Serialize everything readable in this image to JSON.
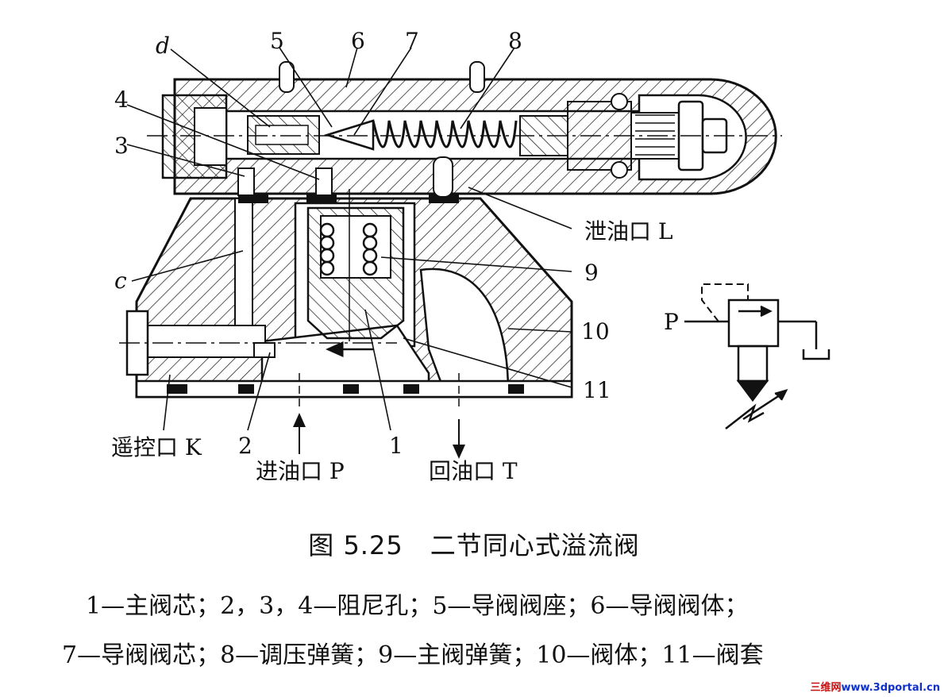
{
  "labels": {
    "d": "d",
    "n5": "5",
    "n6": "6",
    "n7": "7",
    "n8": "8",
    "n4": "4",
    "n3": "3",
    "c": "c",
    "leak": "泄油口 L",
    "n9": "9",
    "n10": "10",
    "n11": "11",
    "remote": "遥控口 K",
    "n2": "2",
    "n1": "1",
    "inlet": "进油口 P",
    "outlet": "回油口 T",
    "symbol_p": "P"
  },
  "caption": {
    "number": "图 5.25",
    "title": "二节同心式溢流阀"
  },
  "legend": {
    "line1": "1—主阀芯；2，3，4—阻尼孔；5—导阀阀座；6—导阀阀体；",
    "line2": "7—导阀阀芯；8—调压弹簧；9—主阀弹簧；10—阀体；11—阀套"
  },
  "watermark": {
    "site": "三维网",
    "url": "www.3dportal.cn"
  }
}
